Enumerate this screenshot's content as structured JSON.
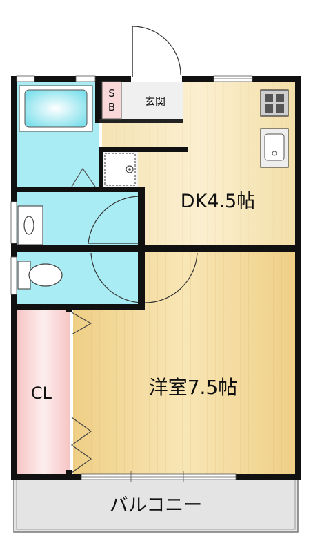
{
  "rooms": {
    "sb_line1": "S",
    "sb_line2": "B",
    "genkan": "玄関",
    "dk": "DK4.5帖",
    "yoshitsu": "洋室7.5帖",
    "cl": "CL",
    "balcony": "バルコニー"
  },
  "colors": {
    "wall": "#111111",
    "wood_light": "#f6e6b8",
    "wood_dark": "#f0d48c",
    "water": "#a9ecf3",
    "closet": "#f8d0d0",
    "balcony": "#e4e4e4"
  },
  "icons": [
    "door-icon",
    "bathtub-icon",
    "washbasin-icon",
    "toilet-icon",
    "stove-icon",
    "sink-icon",
    "drain-icon"
  ]
}
